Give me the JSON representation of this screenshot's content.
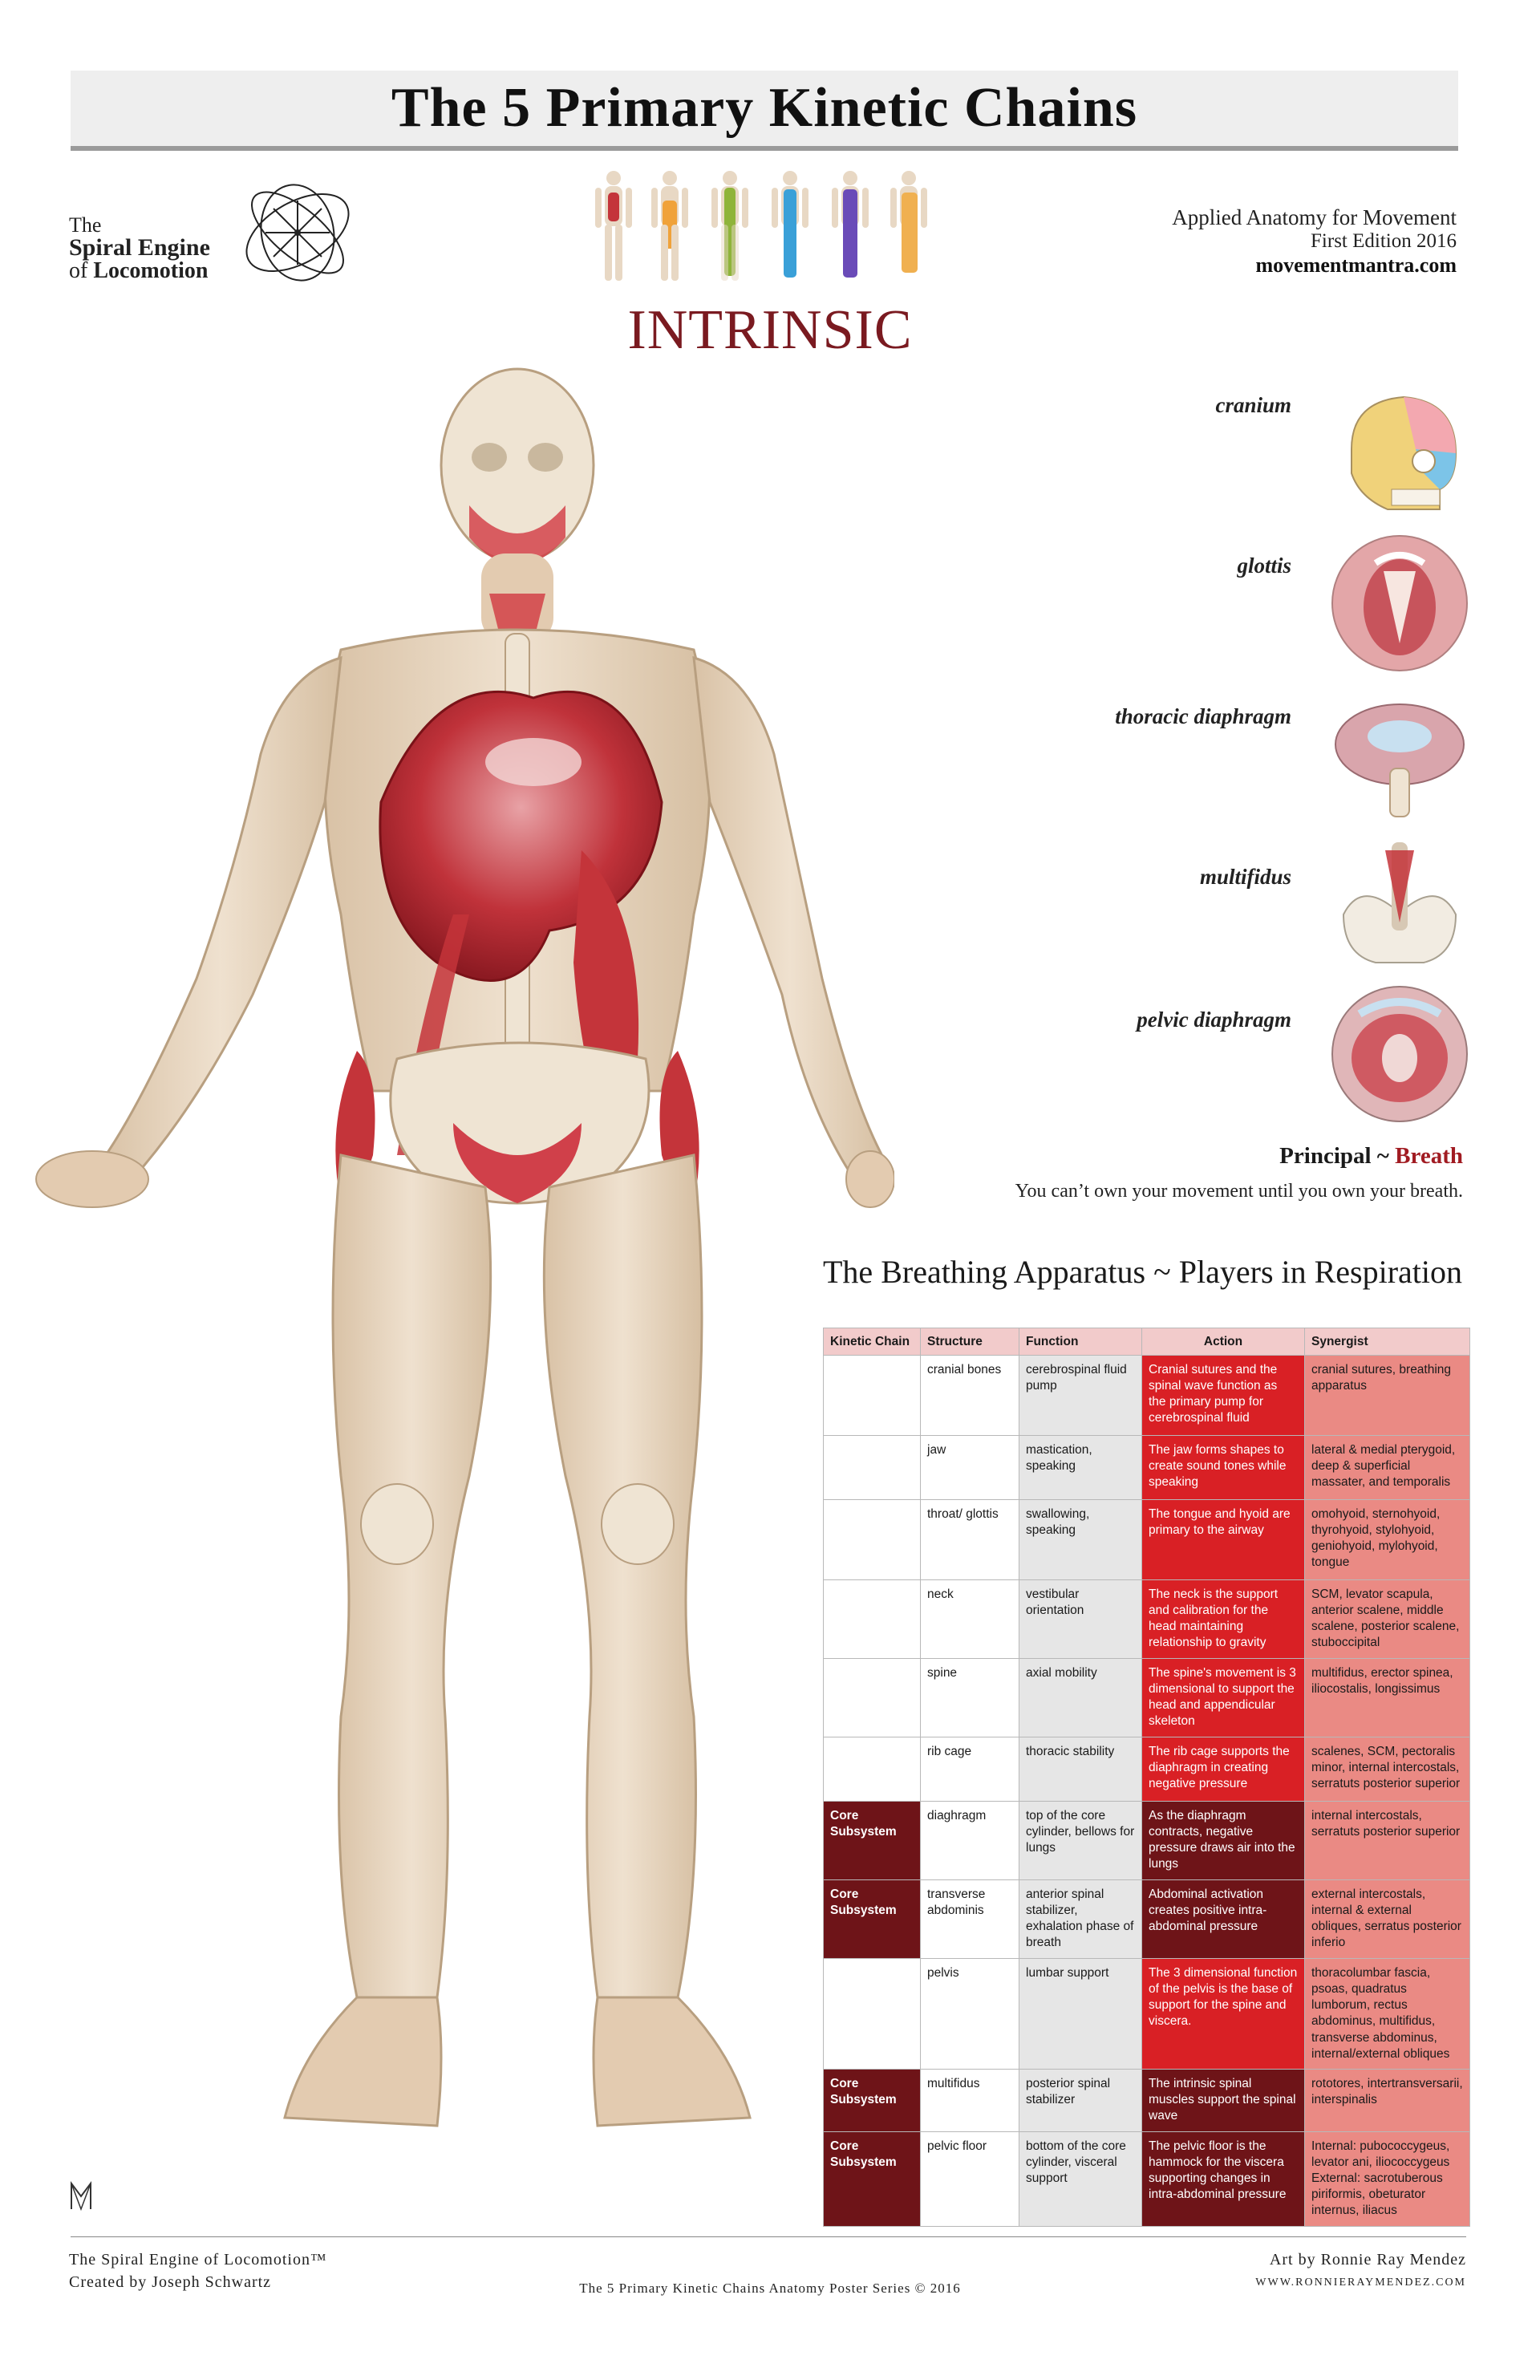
{
  "header": {
    "title": "The 5 Primary Kinetic Chains"
  },
  "logo": {
    "line1": "The",
    "line2": "Spiral Engine",
    "line3_prefix": "of ",
    "line3_bold": "Locomotion"
  },
  "publication": {
    "line1": "Applied Anatomy for Movement",
    "line2": "First Edition 2016",
    "line3": "movementmantra.com"
  },
  "chain_name": "INTRINSIC",
  "structures": [
    {
      "label": "cranium"
    },
    {
      "label": "glottis"
    },
    {
      "label": "thoracic diaphragm"
    },
    {
      "label": "multifidus"
    },
    {
      "label": "pelvic diaphragm"
    }
  ],
  "principal": {
    "prefix": "Principal ~ ",
    "highlight": "Breath",
    "quote": "You can’t own your movement until you own your breath."
  },
  "table": {
    "title": "The Breathing Apparatus ~ Players in Respiration",
    "headers": {
      "kinetic_chain": "Kinetic Chain",
      "structure": "Structure",
      "function": "Function",
      "action": "Action",
      "synergist": "Synergist"
    },
    "rows": [
      {
        "kinetic_chain": "",
        "structure": "cranial bones",
        "function": "cerebrospinal fluid pump",
        "action": "Cranial sutures and the spinal wave function as the primary pump for cerebrospinal fluid",
        "synergist": "cranial sutures, breathing apparatus"
      },
      {
        "kinetic_chain": "",
        "structure": "jaw",
        "function": "mastication, speaking",
        "action": "The jaw forms shapes to create sound tones while speaking",
        "synergist": "lateral & medial pterygoid, deep & superficial massater, and temporalis"
      },
      {
        "kinetic_chain": "",
        "structure": "throat/ glottis",
        "function": "swallowing, speaking",
        "action": "The tongue and hyoid are primary to the airway",
        "synergist": "omohyoid, sternohyoid, thyrohyoid, stylohyoid, geniohyoid, mylohyoid, tongue"
      },
      {
        "kinetic_chain": "",
        "structure": "neck",
        "function": "vestibular orientation",
        "action": "The neck is the support and calibration for the head maintaining relationship to gravity",
        "synergist": "SCM, levator scapula, anterior scalene, middle scalene, posterior scalene, stuboccipital"
      },
      {
        "kinetic_chain": "",
        "structure": "spine",
        "function": "axial mobility",
        "action": "The spine's movement is 3 dimensional to support the head and appendicular skeleton",
        "synergist": "multifidus, erector spinea, iliocostalis, longissimus"
      },
      {
        "kinetic_chain": "",
        "structure": "rib cage",
        "function": "thoracic stability",
        "action": "The rib cage supports the diaphragm in creating negative pressure",
        "synergist": "scalenes, SCM, pectoralis minor, internal intercostals, serratuts posterior superior"
      },
      {
        "kinetic_chain": "Core Subsystem",
        "structure": "diaghragm",
        "function": "top of the core cylinder, bellows for lungs",
        "action": "As the diaphragm contracts, negative pressure draws air into the lungs",
        "synergist": "internal intercostals, serratuts posterior superior"
      },
      {
        "kinetic_chain": "Core Subsystem",
        "structure": "transverse abdominis",
        "function": "anterior spinal stabilizer, exhalation phase of breath",
        "action": "Abdominal activation creates positive intra-abdominal pressure",
        "synergist": "external intercostals, internal & external obliques, serratus posterior inferio"
      },
      {
        "kinetic_chain": "",
        "structure": "pelvis",
        "function": "lumbar support",
        "action": "The 3 dimensional function of the pelvis is the base of support for the spine and viscera.",
        "synergist": "thoracolumbar fascia, psoas, quadratus lumborum, rectus abdominus, multifidus, transverse abdominus, internal/external obliques"
      },
      {
        "kinetic_chain": "Core Subsystem",
        "structure": "multifidus",
        "function": "posterior spinal stabilizer",
        "action": "The intrinsic spinal muscles support the spinal wave",
        "synergist": "rototores, intertransversarii, interspinalis"
      },
      {
        "kinetic_chain": "Core Subsystem",
        "structure": "pelvic floor",
        "function": "bottom of the core cylinder, visceral support",
        "action": "The pelvic floor is the hammock for the viscera supporting changes in intra-abdominal pressure",
        "synergist": "Internal: pubococcygeus, levator ani, iliococcygeus External: sacrotuberous piriformis, obeturator internus, iliacus"
      }
    ]
  },
  "footer": {
    "left1": "The Spiral Engine of Locomotion™",
    "left2": "Created by Joseph Schwartz",
    "center": "The 5 Primary Kinetic Chains Anatomy Poster Series © 2016",
    "right1": "Art by Ronnie Ray Mendez",
    "right2": "WWW.RONNIERAYMENDEZ.COM"
  },
  "colors": {
    "title_red": "#7a1a20",
    "action_red": "#d92025",
    "core_dark": "#6e1418",
    "synergist_pink": "#ea8a84",
    "header_pink": "#f2cbcb"
  }
}
